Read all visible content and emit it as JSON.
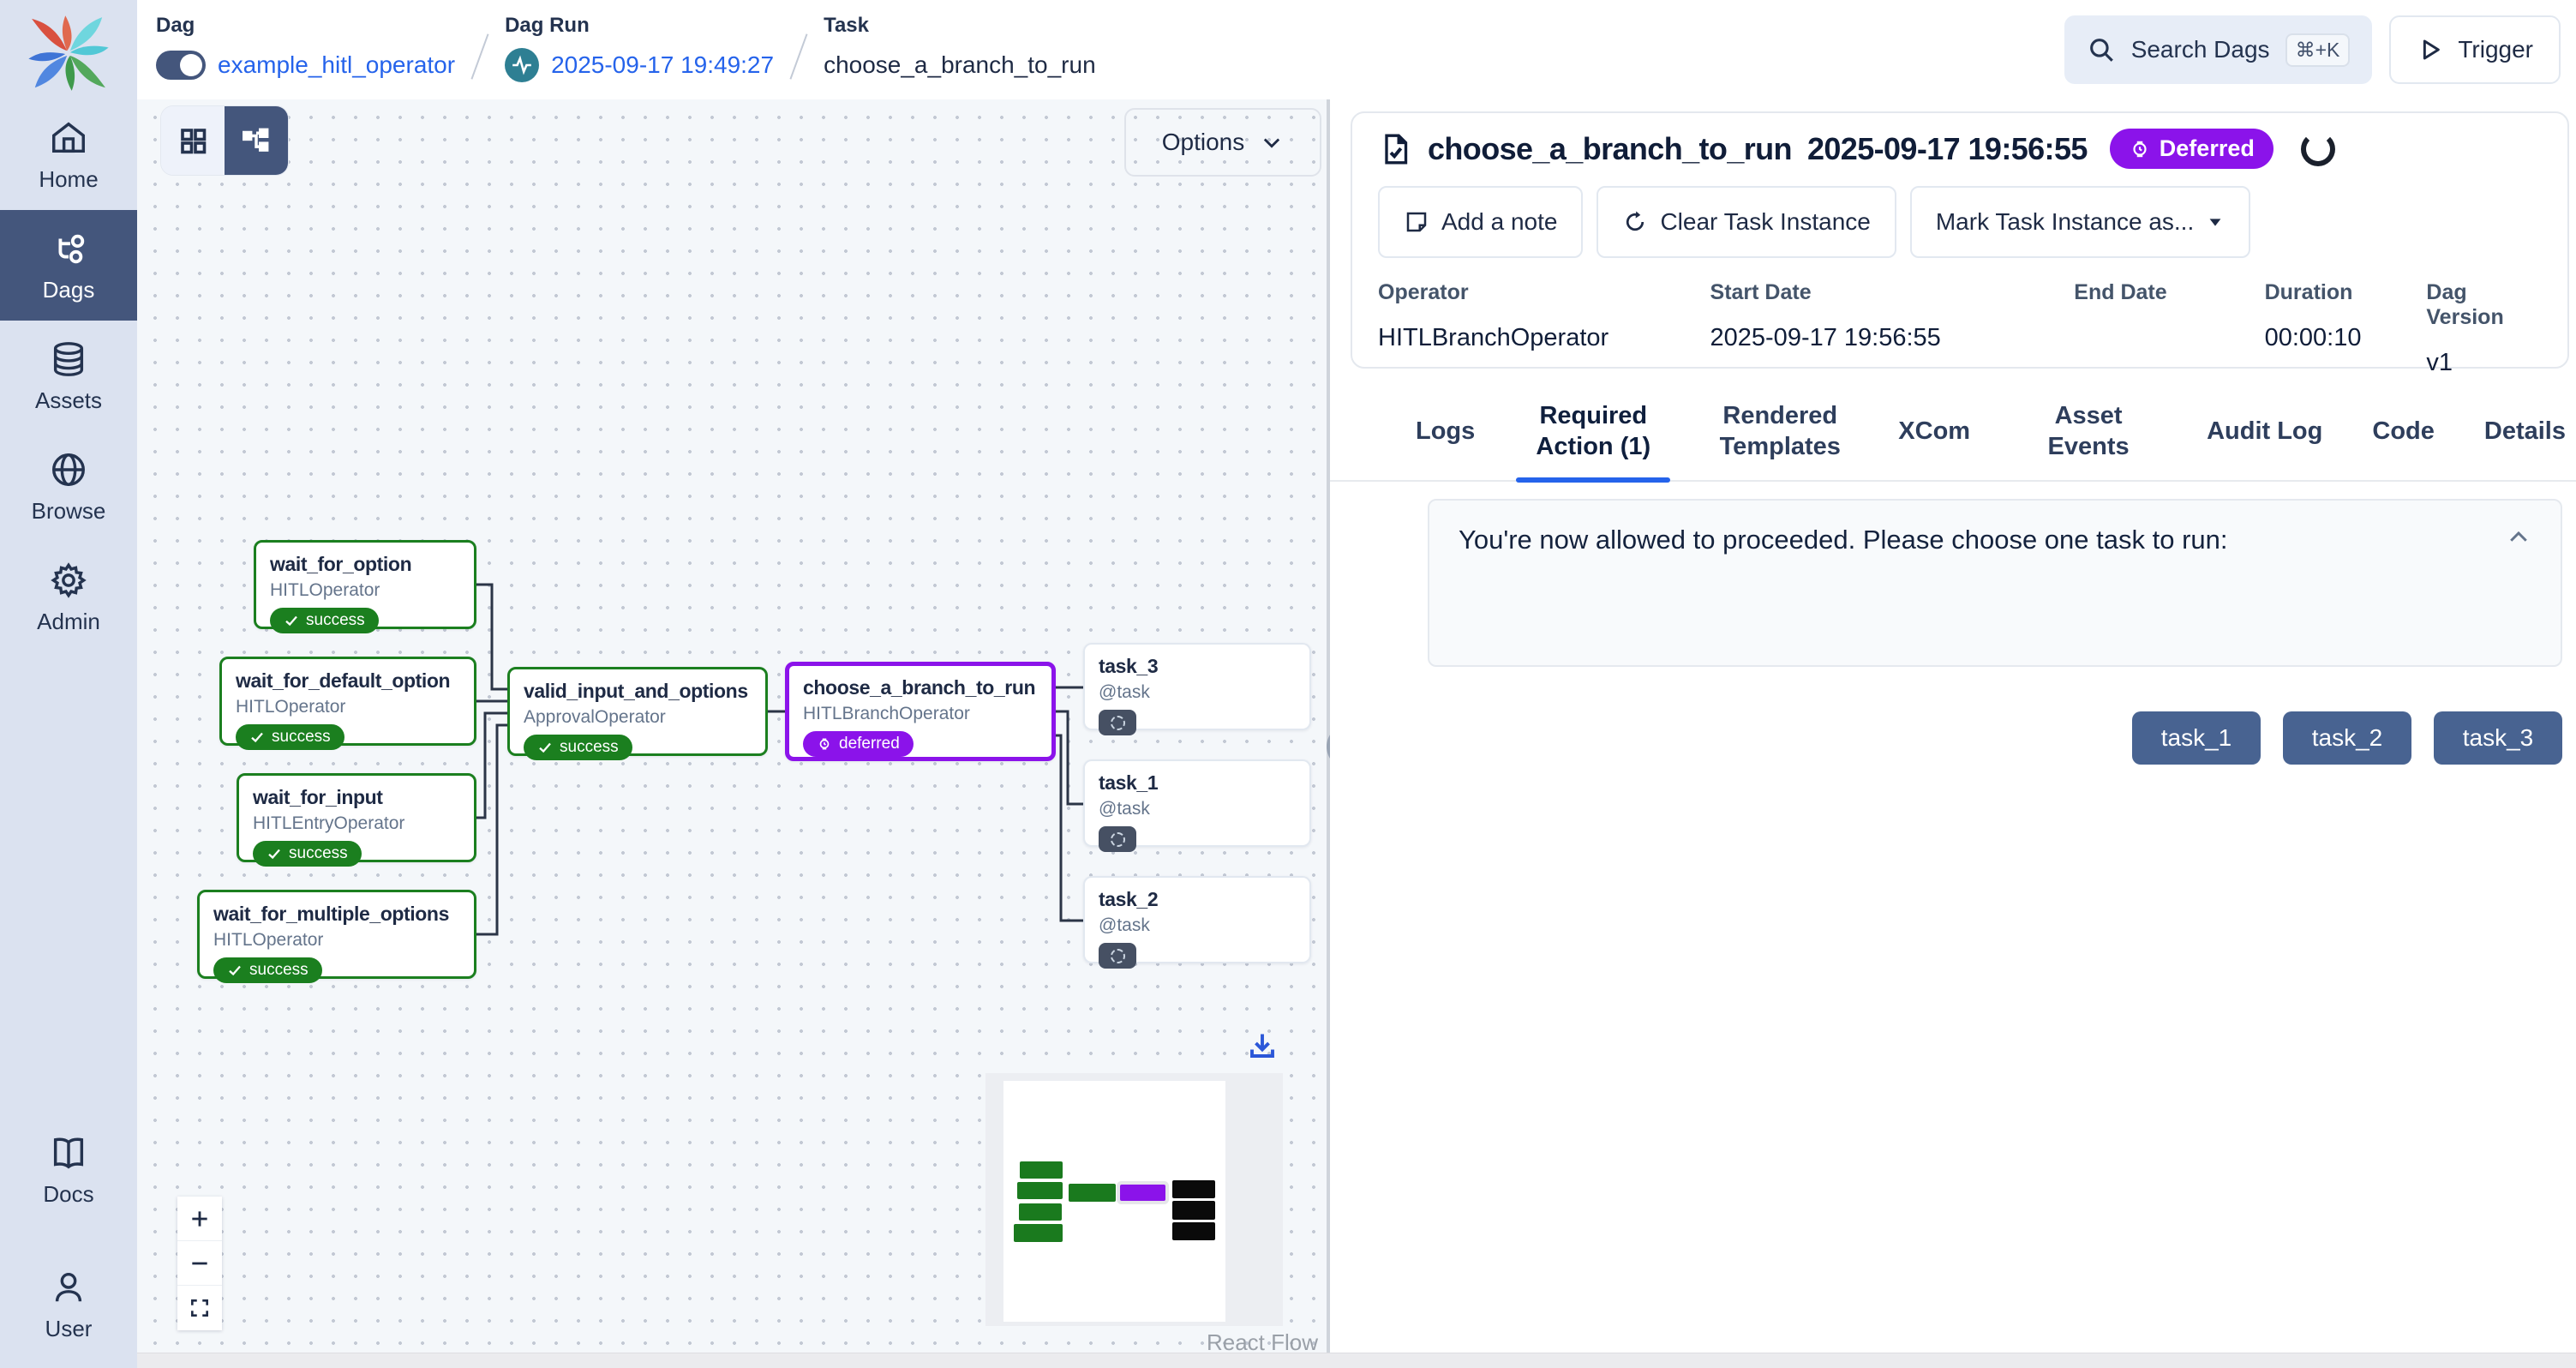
{
  "header": {
    "breadcrumb": {
      "dag_label": "Dag",
      "dag_value": "example_hitl_operator",
      "dag_run_label": "Dag Run",
      "dag_run_value": "2025-09-17 19:49:27",
      "task_label": "Task",
      "task_value": "choose_a_branch_to_run"
    },
    "search_label": "Search Dags",
    "search_shortcut": "⌘+K",
    "trigger_label": "Trigger"
  },
  "sidebar": {
    "items": [
      {
        "label": "Home",
        "icon": "home-icon",
        "active": false
      },
      {
        "label": "Dags",
        "icon": "dags-icon",
        "active": true
      },
      {
        "label": "Assets",
        "icon": "assets-icon",
        "active": false
      },
      {
        "label": "Browse",
        "icon": "browse-icon",
        "active": false
      },
      {
        "label": "Admin",
        "icon": "admin-icon",
        "active": false
      }
    ],
    "bottom_items": [
      {
        "label": "Docs",
        "icon": "docs-icon"
      },
      {
        "label": "User",
        "icon": "user-icon"
      }
    ]
  },
  "graph": {
    "options_label": "Options",
    "attribution": "React Flow",
    "nodes": [
      {
        "title": "wait_for_option",
        "subtitle": "HITLOperator",
        "state": "success"
      },
      {
        "title": "wait_for_default_option",
        "subtitle": "HITLOperator",
        "state": "success"
      },
      {
        "title": "wait_for_input",
        "subtitle": "HITLEntryOperator",
        "state": "success"
      },
      {
        "title": "wait_for_multiple_options",
        "subtitle": "HITLOperator",
        "state": "success"
      },
      {
        "title": "valid_input_and_options",
        "subtitle": "ApprovalOperator",
        "state": "success"
      },
      {
        "title": "choose_a_branch_to_run",
        "subtitle": "HITLBranchOperator",
        "state": "deferred"
      },
      {
        "title": "task_3",
        "subtitle": "@task",
        "state": "none"
      },
      {
        "title": "task_1",
        "subtitle": "@task",
        "state": "none"
      },
      {
        "title": "task_2",
        "subtitle": "@task",
        "state": "none"
      }
    ]
  },
  "panel": {
    "title": "choose_a_branch_to_run",
    "timestamp": "2025-09-17 19:56:55",
    "state_badge": "Deferred",
    "buttons": {
      "add_note": "Add a note",
      "clear": "Clear Task Instance",
      "mark_as": "Mark Task Instance as..."
    },
    "meta": [
      {
        "label": "Operator",
        "value": "HITLBranchOperator"
      },
      {
        "label": "Start Date",
        "value": "2025-09-17 19:56:55"
      },
      {
        "label": "End Date",
        "value": ""
      },
      {
        "label": "Duration",
        "value": "00:00:10"
      },
      {
        "label": "Dag Version",
        "value": "v1"
      }
    ],
    "tabs": [
      {
        "label": "Logs",
        "active": false
      },
      {
        "label": "Required Action (1)",
        "active": true
      },
      {
        "label": "Rendered Templates",
        "active": false
      },
      {
        "label": "XCom",
        "active": false
      },
      {
        "label": "Asset Events",
        "active": false
      },
      {
        "label": "Audit Log",
        "active": false
      },
      {
        "label": "Code",
        "active": false
      },
      {
        "label": "Details",
        "active": false
      }
    ],
    "required_action": {
      "message": "You're now allowed to proceeded. Please choose one task to run:",
      "options": [
        "task_1",
        "task_2",
        "task_3"
      ]
    }
  },
  "colors": {
    "accent_blue": "#2563eb",
    "success_green": "#1b7f1f",
    "deferred_purple": "#8b13ea",
    "sidebar_active": "#44567c",
    "option_button": "#486391",
    "dag_run_teal": "#2e7f93"
  }
}
